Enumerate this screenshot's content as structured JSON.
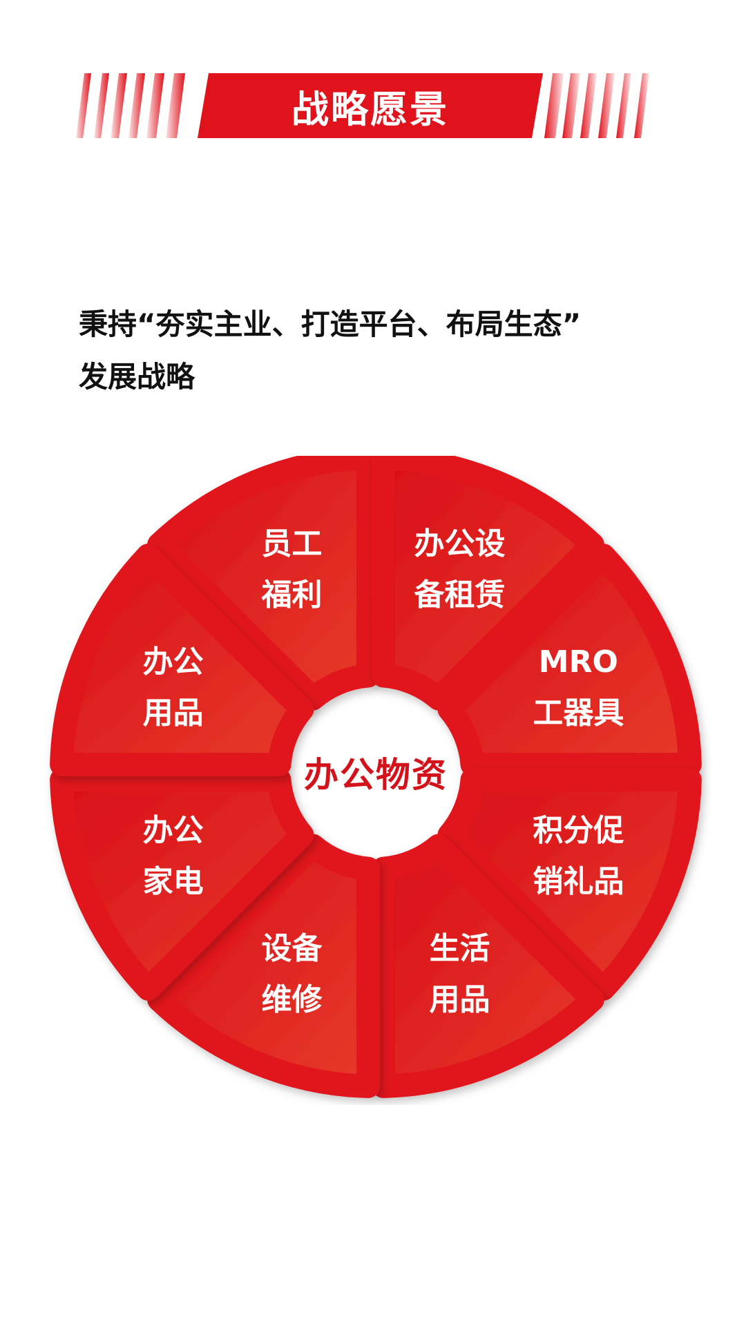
{
  "header": {
    "title": "战略愿景"
  },
  "intro": {
    "line1": "秉持“夯实主业、打造平台、布局生态”",
    "line2": "发展战略"
  },
  "diagram": {
    "center": "办公物资",
    "segments": [
      {
        "label": "员工\n福利"
      },
      {
        "label": "办公设\n备租赁"
      },
      {
        "label": "MRO\n工器具"
      },
      {
        "label": "积分促\n销礼品"
      },
      {
        "label": "生活\n用品"
      },
      {
        "label": "设备\n维修"
      },
      {
        "label": "办公\n家电"
      },
      {
        "label": "办公\n用品"
      }
    ]
  },
  "colors": {
    "accent": "#e0121c",
    "center_text": "#d3121b",
    "segment_light": "#e63a2a",
    "segment_dark": "#d90e18"
  }
}
